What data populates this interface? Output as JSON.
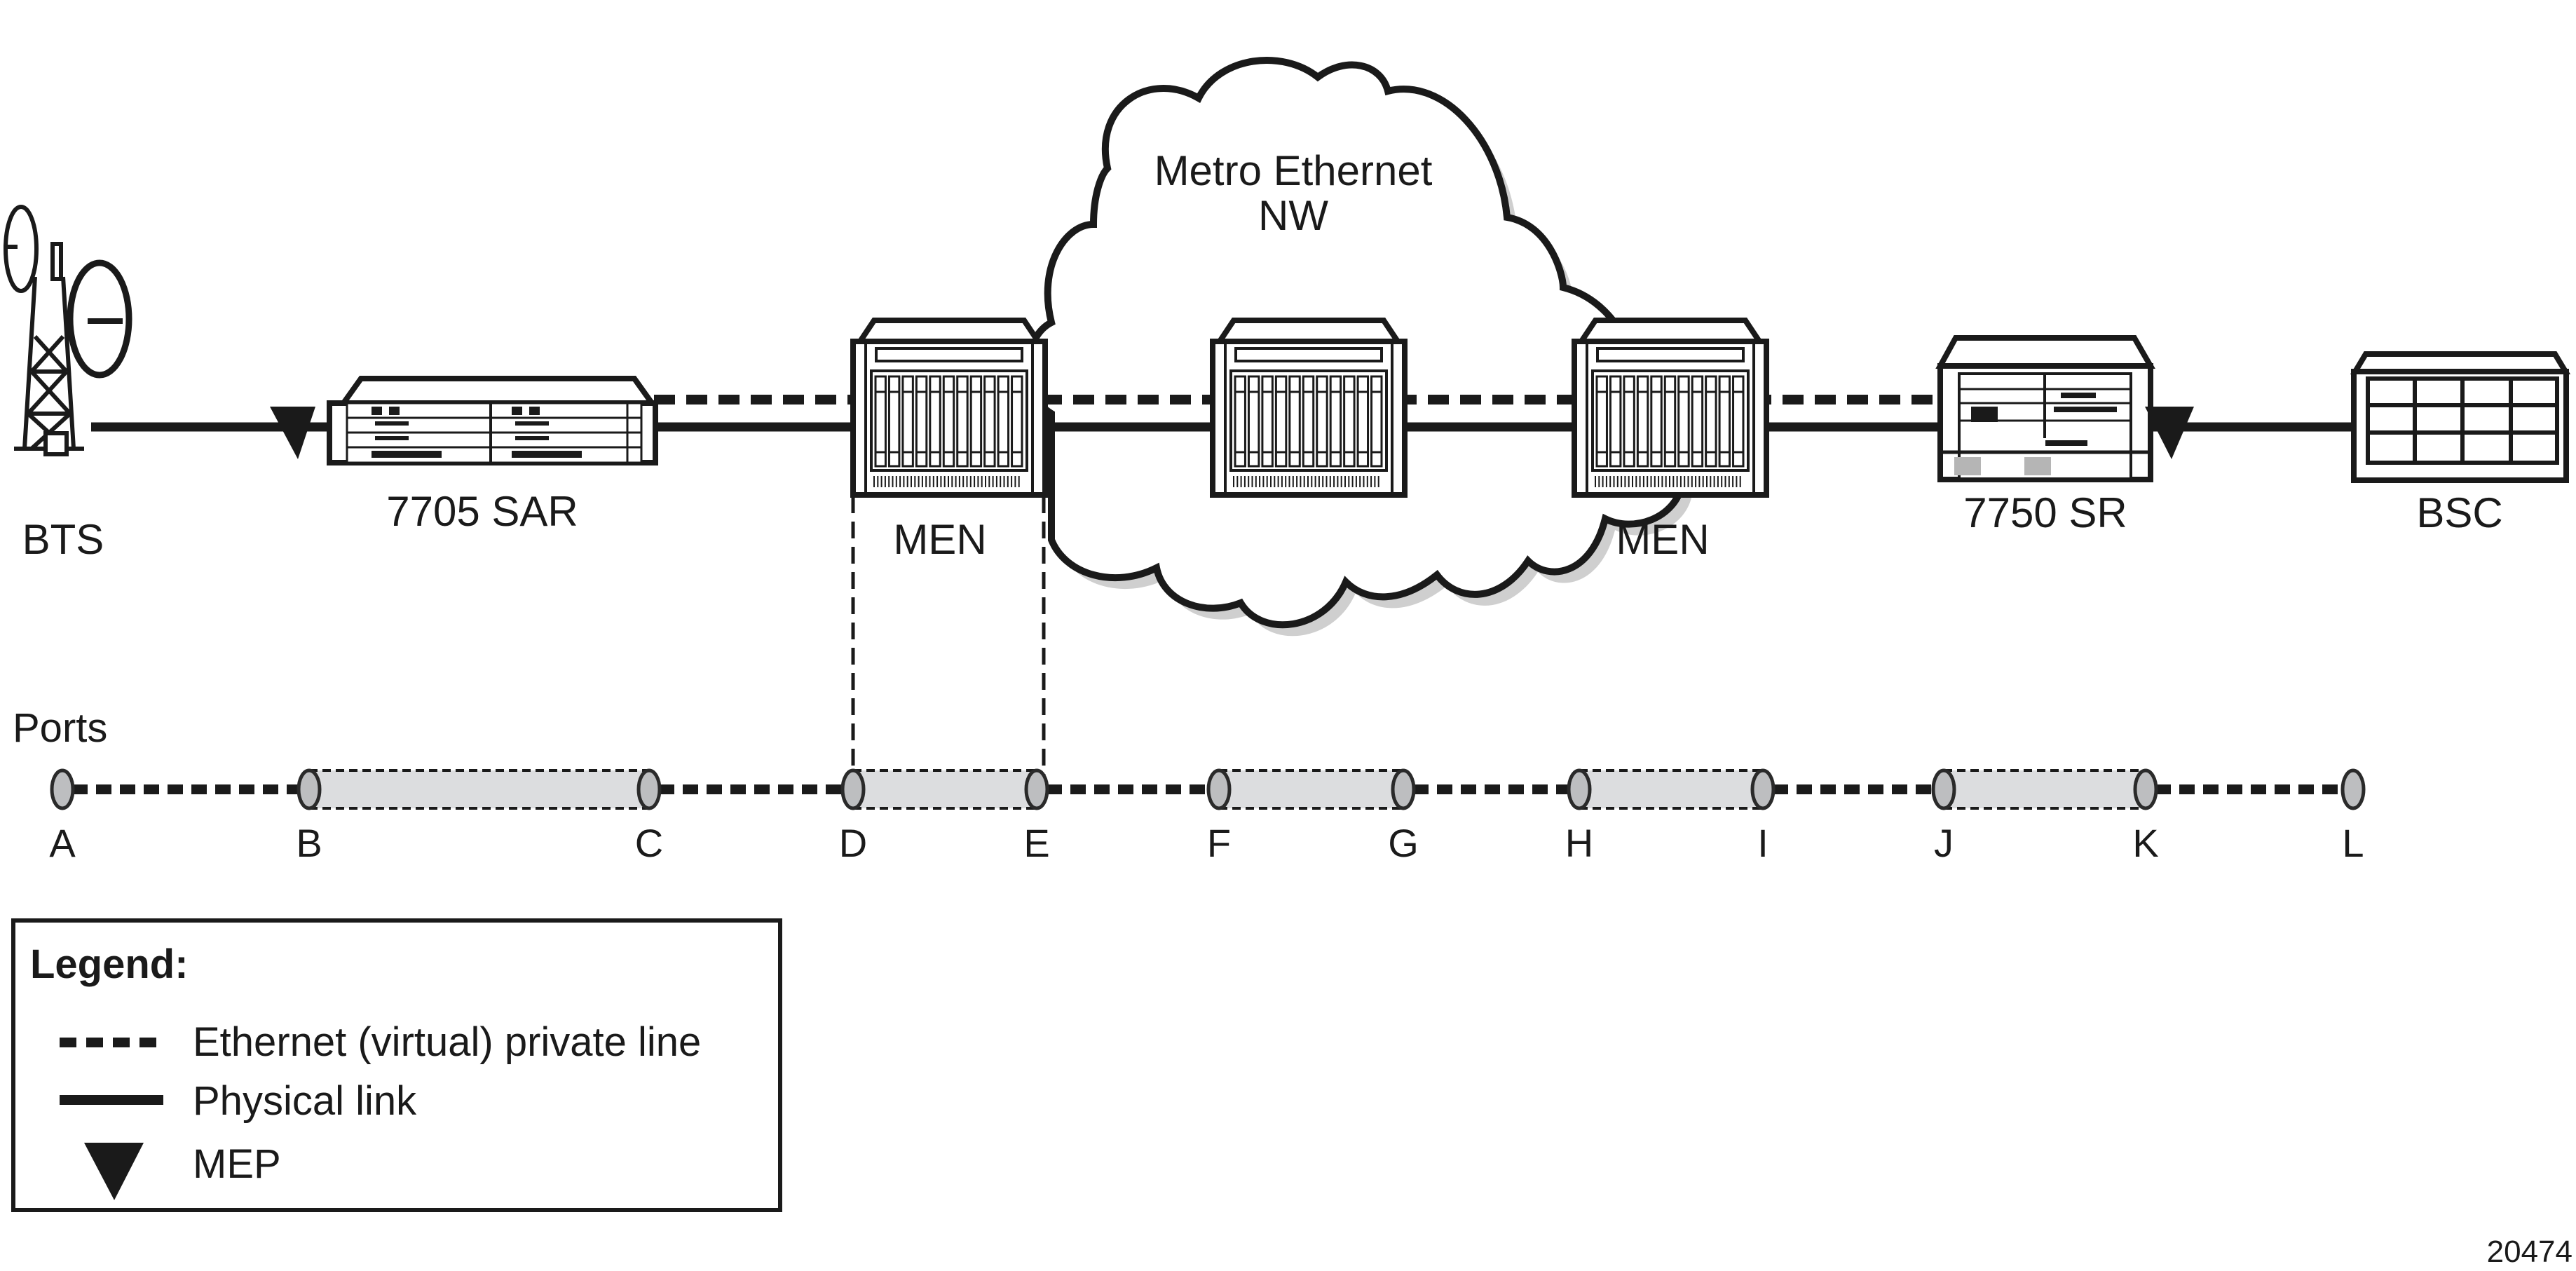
{
  "cloud": {
    "line1": "Metro Ethernet",
    "line2": "NW"
  },
  "devices": {
    "bts": "BTS",
    "sar": "7705 SAR",
    "men_left": "MEN",
    "men_right": "MEN",
    "sr": "7750 SR",
    "bsc": "BSC"
  },
  "ports": {
    "title": "Ports",
    "labels": [
      "A",
      "B",
      "C",
      "D",
      "E",
      "F",
      "G",
      "H",
      "I",
      "J",
      "K",
      "L"
    ]
  },
  "legend": {
    "title": "Legend:",
    "items": [
      {
        "symbol": "dashed-line",
        "label": "Ethernet (virtual) private line"
      },
      {
        "symbol": "solid-line",
        "label": "Physical link"
      },
      {
        "symbol": "triangle",
        "label": "MEP"
      }
    ]
  },
  "figure_id": "20474",
  "colors": {
    "ink": "#1a1a1a",
    "port_fill": "#bdbec0",
    "tube_fill": "#dcdddf",
    "shadow": "#cfcfcf",
    "panel_gray": "#b5b5b5"
  }
}
